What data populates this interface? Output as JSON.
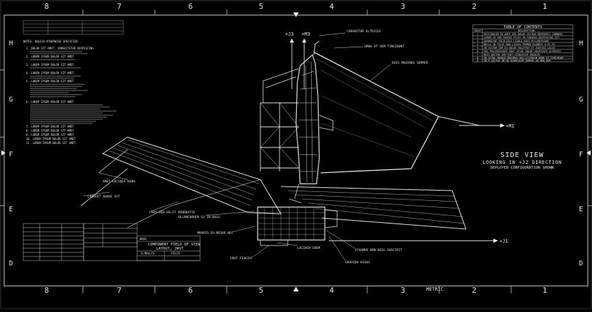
{
  "drawing": {
    "column_labels": [
      "8",
      "7",
      "6",
      "5",
      "4",
      "3",
      "2",
      "1"
    ],
    "row_labels": [
      "H",
      "G",
      "F",
      "E",
      "D"
    ],
    "metric_label": "METRIC",
    "notes_title": "NOTES: UNLESS OTHERWISE SPECIFIED",
    "notes": [
      "1. DOLOR SIT AMET, CONSECTETUR ADIPISCING",
      "2. LOREM IPSUM DOLOR SIT AMET",
      "3. LOREM IPSUM DOLOR SIT AMET",
      "4. LOREM IPSUM DOLOR SIT AMET",
      "5. LOREM IPSUM DOLOR SIT AMET",
      "6. LOREM IPSUM DOLOR SIT AMET",
      "7. LOREM IPSUM DOLOR SIT AMET",
      "8. LOREM IPSUM DOLOR SIT AMET",
      "9. LOREM IPSUM DOLOR SIT AMET",
      "10. LOREM IPSUM DOLOR SIT AMET",
      "11. LOREM IPSUM DOLOR SIT AMET"
    ],
    "axes": {
      "j3": "+J3",
      "m3": "+M3",
      "m1": "+M1",
      "j1": "+J1"
    },
    "callouts": [
      "CURABITUR ULTRICES",
      "URNA UT SEM TINCIDUNT",
      "DOIS MAXIMUS SEMPER",
      "AMET LACINIA NIBH",
      "LAOREET AUGUE SIT",
      "CRAS SED VELIT VENENATIS",
      "ULLAMCORPER EU IN ODIO",
      "MAURIS EU NEQUE NEC",
      "LACINIA ENIM",
      "ERAT FEUGIAT",
      "VIVAMUS NON NISL SUSCIPIT",
      "GRAVIDA RISUS"
    ],
    "view_title": "SIDE VIEW",
    "view_subtitle": "LOOKING IN +J2 DIRECTION",
    "view_caption": "DEPLOYED CONFIGURATION SHOWN",
    "toc": {
      "title": "TABLE OF CONTENTS",
      "col_sheet": "SHEET",
      "col_desc": "DESCRIPTION",
      "rows": [
        [
          "1",
          "VESTIBULUM ID ANTE SED DOLOR VICTUM IMPERDIET COMMODO"
        ],
        [
          "2",
          "LOREM ID SED VARIUS FELIS IN FINIBUS ADIPISCING SIT"
        ],
        [
          "3",
          "CURABITUR FACILISIS LIGULA QUIS PELLENTESQUE"
        ],
        [
          "4",
          "NULLA IN FELIS NON LIGULA TEMPOR BLANDIT A EU EX"
        ],
        [
          "5",
          "IN VICTUM SEM EU DOLOR VOLUTPAT ET EGESTAS LACUS"
        ],
        [
          "6",
          "SED PELLENTESQUE ERAT VITAE DOLOR VULPUTATE ULTRICES"
        ],
        [
          "7",
          "DUIS AUCTOR SEM EGET DIGNISSIM SODALES"
        ],
        [
          "8",
          "IN VITAE MAURIS MAXIMUS SOLLICITUDIN URNA AT TINCIDUNT"
        ],
        [
          "9",
          "IN A LECTUS IN NI DIGNISSIM SEMPER EU NON SEM"
        ]
      ]
    },
    "title_block": {
      "name": "COMPONENT FIELD OF VIEW",
      "sub": "LAYOUT, JWST",
      "org": "NASA",
      "code1": "E.MOLLIS",
      "code2": "FELIS"
    }
  },
  "colors": {
    "background": "#000000",
    "ink": "#e8e8e8"
  }
}
